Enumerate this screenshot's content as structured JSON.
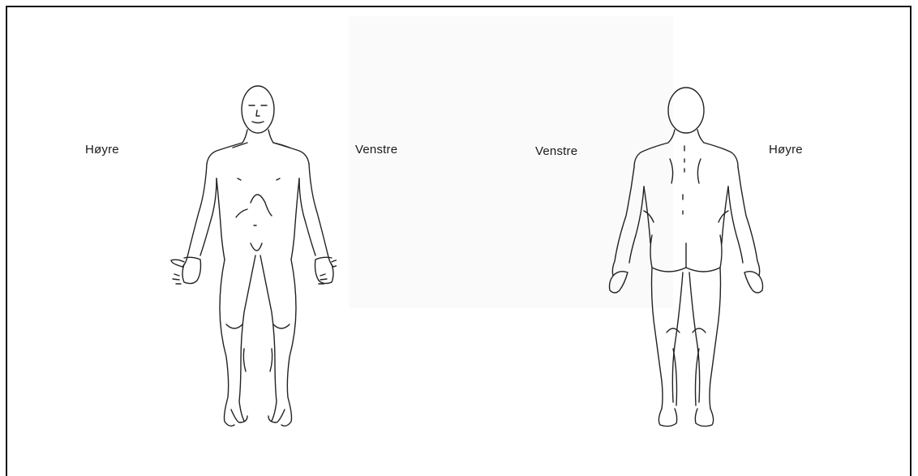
{
  "labels": {
    "front_right": "Høyre",
    "front_left": "Venstre",
    "back_left": "Venstre",
    "back_right": "Høyre"
  },
  "colors": {
    "ink": "#222222",
    "background": "#ffffff",
    "frame": "#111111"
  }
}
